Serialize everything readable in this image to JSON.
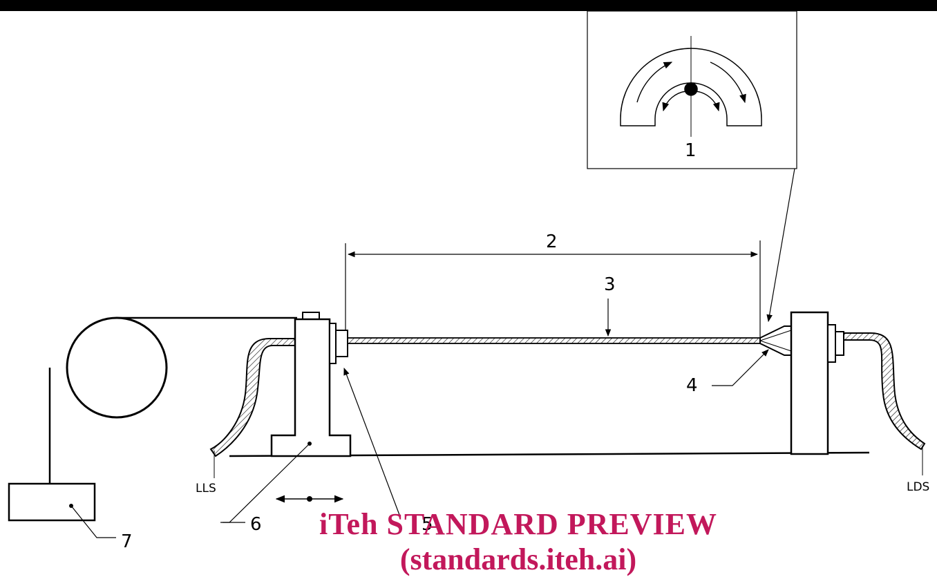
{
  "labels": {
    "l1": "1",
    "l2": "2",
    "l3": "3",
    "l4": "4",
    "l5": "5",
    "l6": "6",
    "l7": "7",
    "lls": "LLS",
    "lds": "LDS"
  },
  "watermark": {
    "line1": "iTeh STANDARD PREVIEW",
    "line2": "(standards.iteh.ai)"
  },
  "colors": {
    "line": "#000000",
    "watermark": "#c2185b"
  }
}
